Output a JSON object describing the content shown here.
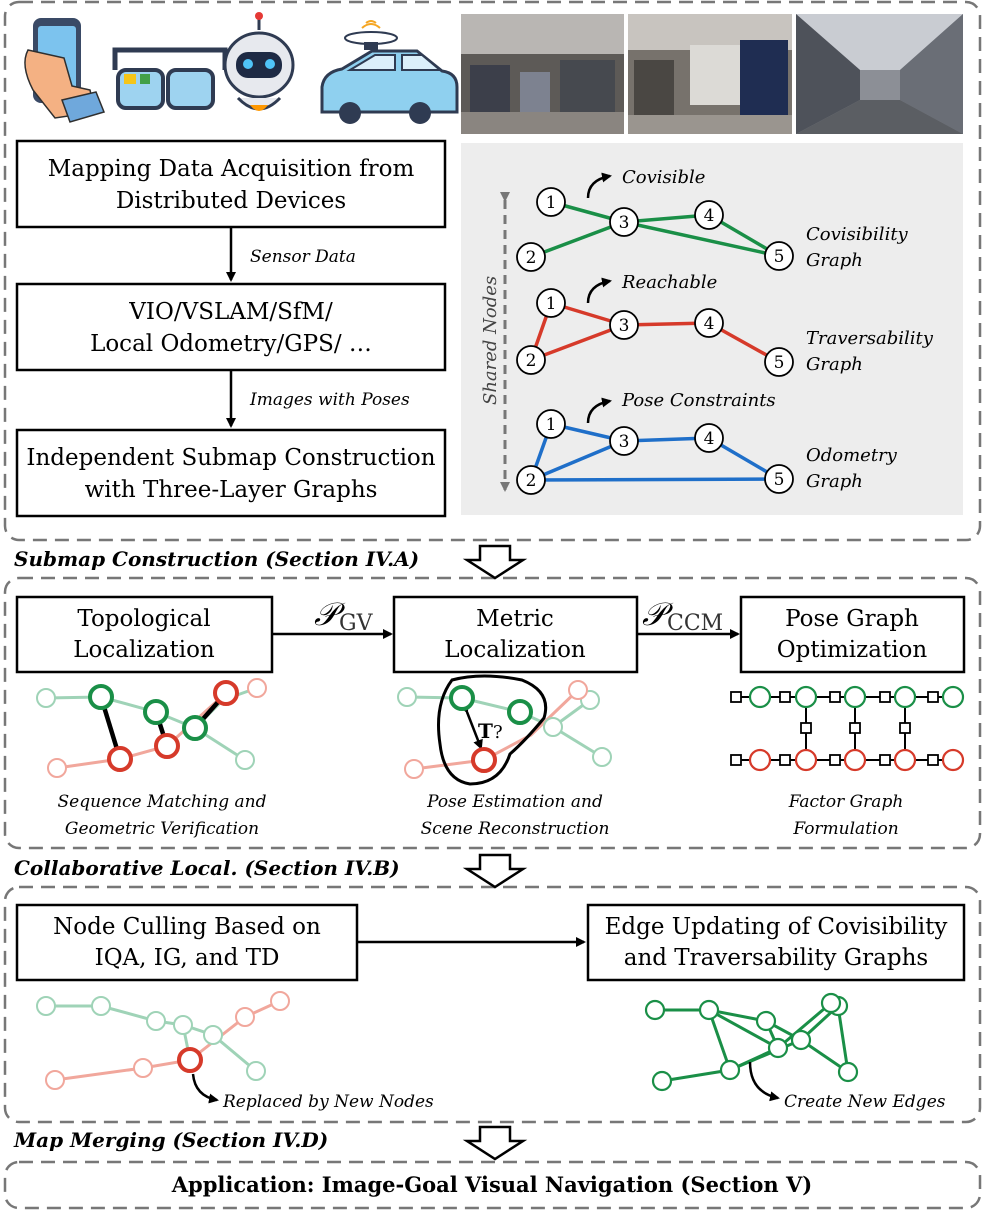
{
  "colors": {
    "green": "#1a8f47",
    "red": "#d63a2a",
    "blue": "#1f6fc9",
    "gray": "#777777",
    "panel": "#ededed"
  },
  "stage1": {
    "boxes": [
      {
        "line1": "Mapping Data Acquisition from",
        "line2": "Distributed Devices"
      },
      {
        "line1": "VIO/VSLAM/SfM/",
        "line2": "Local Odometry/GPS/ …"
      },
      {
        "line1": "Independent Submap Construction",
        "line2": "with Three-Layer Graphs"
      }
    ],
    "arrow_labels": [
      "Sensor Data",
      "Images with Poses"
    ],
    "devices": [
      "phone-icon",
      "smart-glasses-icon",
      "robot-icon",
      "car-icon"
    ],
    "graphs": {
      "shared_nodes": "Shared Nodes",
      "node_labels": [
        "1",
        "2",
        "3",
        "4",
        "5"
      ],
      "covisibility": {
        "tag": "Covisible",
        "name1": "Covisibility",
        "name2": "Graph"
      },
      "traversability": {
        "tag": "Reachable",
        "name1": "Traversability",
        "name2": "Graph"
      },
      "odometry": {
        "tag": "Pose Constraints",
        "name1": "Odometry",
        "name2": "Graph"
      }
    },
    "caption": "Submap Construction (Section IV.A)"
  },
  "stage2": {
    "boxes": [
      {
        "line1": "Topological",
        "line2": "Localization"
      },
      {
        "line1": "Metric",
        "line2": "Localization"
      },
      {
        "line1": "Pose Graph",
        "line2": "Optimization"
      }
    ],
    "arrow1_sym": "𝒫",
    "arrow1_sub": "GV",
    "arrow2_sym": "𝒫",
    "arrow2_sub": "CCM",
    "t_label": "T",
    "t_q": "?",
    "captions": [
      {
        "line1": "Sequence Matching and",
        "line2": "Geometric Verification"
      },
      {
        "line1": "Pose Estimation and",
        "line2": "Scene Reconstruction"
      },
      {
        "line1": "Factor Graph",
        "line2": "Formulation"
      }
    ],
    "caption": "Collaborative Local. (Section IV.B)"
  },
  "stage3": {
    "boxes": [
      {
        "line1": "Node Culling Based on",
        "line2": "IQA, IG, and TD"
      },
      {
        "line1": "Edge Updating of Covisibility",
        "line2": "and Traversability Graphs"
      }
    ],
    "notes": [
      "Replaced by New Nodes",
      "Create New Edges"
    ],
    "caption": "Map Merging (Section IV.D)"
  },
  "application": "Application: Image-Goal Visual Navigation (Section V)"
}
